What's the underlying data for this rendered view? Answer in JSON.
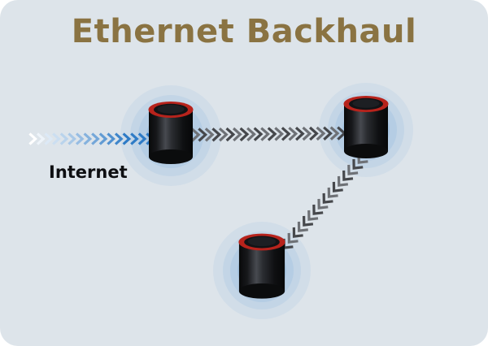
{
  "title": "Ethernet Backhaul",
  "labels": {
    "internet": "Internet"
  },
  "colors": {
    "page": "#ffffff",
    "background": "#dde4ea",
    "title": "#8a7342",
    "ink": "#0e0f12",
    "internet_arrow": "#2e7bc6",
    "internet_arrow_start": "#ffffff",
    "cable_dark": "#46484c",
    "cable_mid": "#6e7176",
    "ripple": "#85b2dd",
    "router_ring": "#b7231c",
    "router_dark": "#0b0c0d"
  },
  "diagram": {
    "nodes": [
      {
        "id": "internet",
        "type": "wan-source",
        "label": "Internet"
      },
      {
        "id": "router-1",
        "type": "mesh-router"
      },
      {
        "id": "router-2",
        "type": "mesh-router"
      },
      {
        "id": "router-3",
        "type": "mesh-router"
      }
    ],
    "links": [
      {
        "from": "internet",
        "to": "router-1",
        "type": "internet-feed"
      },
      {
        "from": "router-1",
        "to": "router-2",
        "type": "ethernet-backhaul"
      },
      {
        "from": "router-2",
        "to": "router-3",
        "type": "ethernet-backhaul"
      }
    ]
  }
}
